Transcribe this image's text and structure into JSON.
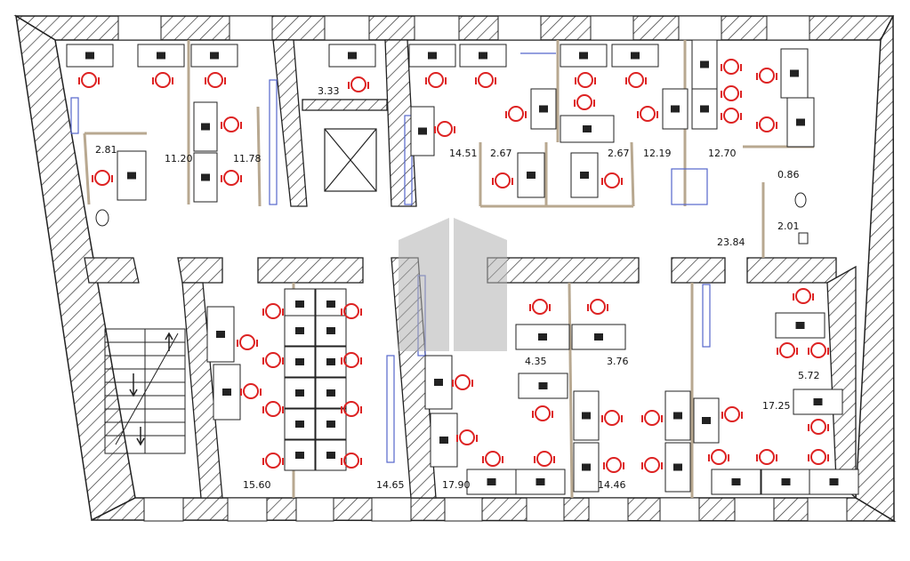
{
  "plan": {
    "room_areas": [
      {
        "id": "a1",
        "text": "3.33"
      },
      {
        "id": "a2",
        "text": "2.81"
      },
      {
        "id": "a3",
        "text": "11.20"
      },
      {
        "id": "a4",
        "text": "11.78"
      },
      {
        "id": "a5",
        "text": "14.51"
      },
      {
        "id": "a6",
        "text": "2.67"
      },
      {
        "id": "a7",
        "text": "2.67"
      },
      {
        "id": "a8",
        "text": "12.19"
      },
      {
        "id": "a9",
        "text": "12.70"
      },
      {
        "id": "a10",
        "text": "0.86"
      },
      {
        "id": "a11",
        "text": "2.01"
      },
      {
        "id": "a12",
        "text": "23.84"
      },
      {
        "id": "a13",
        "text": "4.35"
      },
      {
        "id": "a14",
        "text": "3.76"
      },
      {
        "id": "a15",
        "text": "5.72"
      },
      {
        "id": "a16",
        "text": "17.25"
      },
      {
        "id": "a17",
        "text": "15.60"
      },
      {
        "id": "a18",
        "text": "14.65"
      },
      {
        "id": "a19",
        "text": "17.90"
      },
      {
        "id": "a20",
        "text": "14.46"
      }
    ],
    "colors": {
      "wall": "#222222",
      "hatch": "#333333",
      "chair": "#dd2222",
      "desk": "#222222",
      "partition": "#b8a890",
      "window": "#5566cc",
      "accent_green": "#33aa33",
      "watermark": "#b0b0b0"
    },
    "icons": [
      "chair-icon",
      "desk-icon",
      "toilet-icon",
      "sink-icon",
      "elevator-icon",
      "stair-arrow-icon",
      "watermark-logo"
    ]
  }
}
